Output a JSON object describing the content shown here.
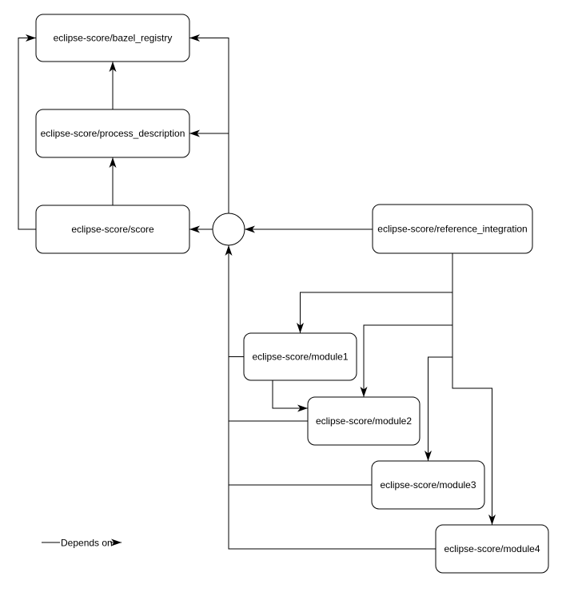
{
  "page": {
    "background": "#ffffff"
  },
  "diagram": {
    "type": "dependency-graph",
    "colors": {
      "node_fill": "#ffffff",
      "stroke": "#000000",
      "text": "#000000",
      "background": "#ffffff"
    },
    "nodes": {
      "bazel_registry": {
        "label": "eclipse-score/bazel_registry"
      },
      "process_description": {
        "label": "eclipse-score/process_description"
      },
      "score": {
        "label": "eclipse-score/score"
      },
      "reference_integration": {
        "label": "eclipse-score/reference_integration"
      },
      "module1": {
        "label": "eclipse-score/module1"
      },
      "module2": {
        "label": "eclipse-score/module2"
      },
      "module3": {
        "label": "eclipse-score/module3"
      },
      "module4": {
        "label": "eclipse-score/module4"
      }
    },
    "junction": {
      "type": "merge-circle"
    },
    "edges": [
      {
        "from": "score",
        "to": "process_description"
      },
      {
        "from": "process_description",
        "to": "bazel_registry"
      },
      {
        "from": "score",
        "to": "bazel_registry"
      },
      {
        "from": "junction",
        "to": "score"
      },
      {
        "from": "junction",
        "to": "process_description"
      },
      {
        "from": "junction",
        "to": "bazel_registry"
      },
      {
        "from": "reference_integration",
        "to": "junction"
      },
      {
        "from": "module1",
        "to": "junction"
      },
      {
        "from": "module2",
        "to": "junction"
      },
      {
        "from": "module3",
        "to": "junction"
      },
      {
        "from": "module4",
        "to": "junction"
      },
      {
        "from": "reference_integration",
        "to": "module1"
      },
      {
        "from": "reference_integration",
        "to": "module2"
      },
      {
        "from": "reference_integration",
        "to": "module3"
      },
      {
        "from": "reference_integration",
        "to": "module4"
      },
      {
        "from": "module1",
        "to": "module2"
      }
    ],
    "legend": {
      "label": "Depends on"
    }
  }
}
